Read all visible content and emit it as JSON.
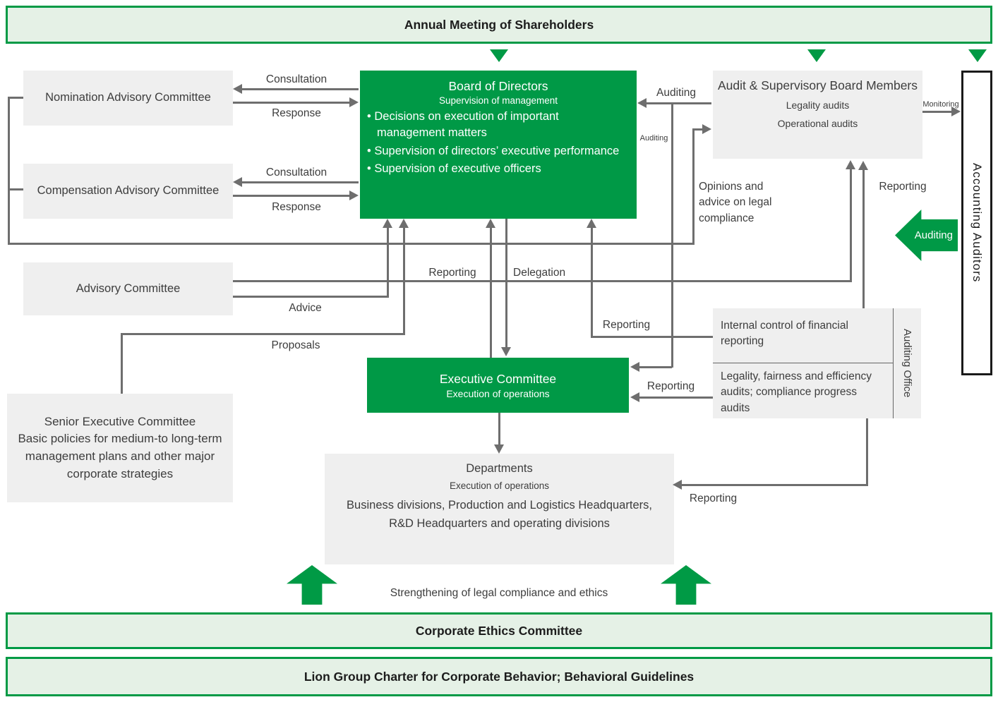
{
  "banners": {
    "top": "Annual Meeting of Shareholders",
    "ethics": "Corporate Ethics Committee",
    "charter": "Lion Group Charter for Corporate Behavior; Behavioral Guidelines"
  },
  "boxes": {
    "nomination": {
      "title": "Nomination Advisory Committee"
    },
    "compensation": {
      "title": "Compensation Advisory Committee"
    },
    "advisory": {
      "title": "Advisory Committee"
    },
    "senior": {
      "title": "Senior Executive Committee",
      "desc": "Basic policies for medium-to long-term management plans and other major corporate strategies"
    },
    "board": {
      "title": "Board of Directors",
      "subtitle": "Supervision of management",
      "bullets": [
        "Decisions on execution of important management matters",
        "Supervision of directors’ executive performance",
        "Supervision of executive officers"
      ]
    },
    "audit": {
      "title": "Audit & Supervisory Board Members",
      "line1": "Legality audits",
      "line2": "Operational audits"
    },
    "accounting": {
      "title": "Accounting Auditors"
    },
    "executive": {
      "title": "Executive Committee",
      "subtitle": "Execution of operations"
    },
    "auditing_office": {
      "side_label": "Auditing Office",
      "section1": "Internal control of financial reporting",
      "section2": "Legality, fairness and efficiency audits; compliance progress audits"
    },
    "departments": {
      "title": "Departments",
      "subtitle": "Execution of operations",
      "desc": "Business divisions, Production and Logistics Headquarters, R&D Headquarters and operating divisions"
    }
  },
  "labels": {
    "consultation_nomination": "Consultation",
    "response_nomination": "Response",
    "consultation_compensation": "Consultation",
    "response_compensation": "Response",
    "advice": "Advice",
    "proposals": "Proposals",
    "reporting_exec_to_board": "Reporting",
    "delegation": "Delegation",
    "auditing_to_board": "Auditing",
    "auditing_to_exec": "Auditing",
    "monitoring": "Monitoring",
    "opinions": "Opinions and advice on legal compliance",
    "reporting_office_to_audit": "Reporting",
    "reporting_office_to_board": "Reporting",
    "reporting_office_to_exec": "Reporting",
    "reporting_office_to_departments": "Reporting",
    "auditing_block": "Auditing",
    "strengthening": "Strengthening of legal compliance and ethics"
  },
  "colors": {
    "brand_green": "#009946",
    "light_green_fill": "#e5f1e6",
    "green_border": "#009a45",
    "gray_box": "#efefef",
    "line_gray": "#6e6e6e"
  }
}
